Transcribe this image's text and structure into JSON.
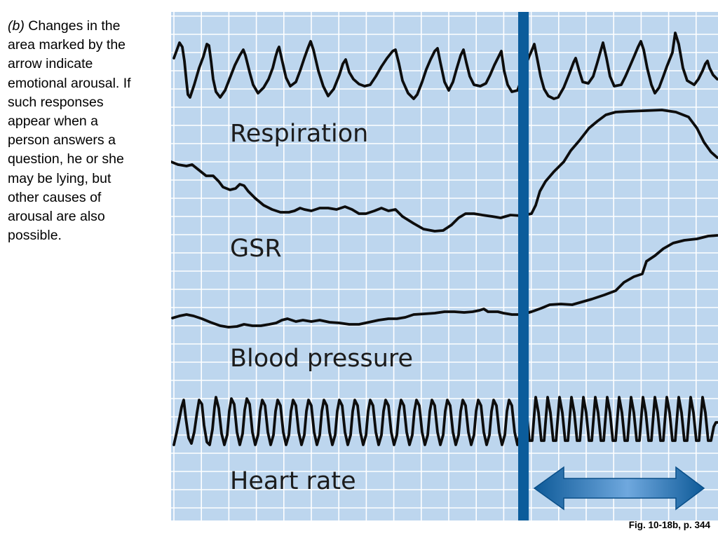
{
  "caption": {
    "label": "(b)",
    "text": " Changes in the area marked by the arrow indicate emotional arousal. If such responses appear when a person answers a question, he or she may be lying, but other causes of arousal are also possible."
  },
  "channels": {
    "respiration": "Respiration",
    "gsr": "GSR",
    "blood_pressure": "Blood pressure",
    "heart_rate": "Heart rate"
  },
  "credit": "Fig. 10-18b, p. 344",
  "colors": {
    "grid_background": "#bdd6ee",
    "grid_lines": "#ffffff",
    "marker_bar": "#0b5c9b",
    "arrow": "#2a6fb0",
    "trace": "#0d0d0d"
  }
}
